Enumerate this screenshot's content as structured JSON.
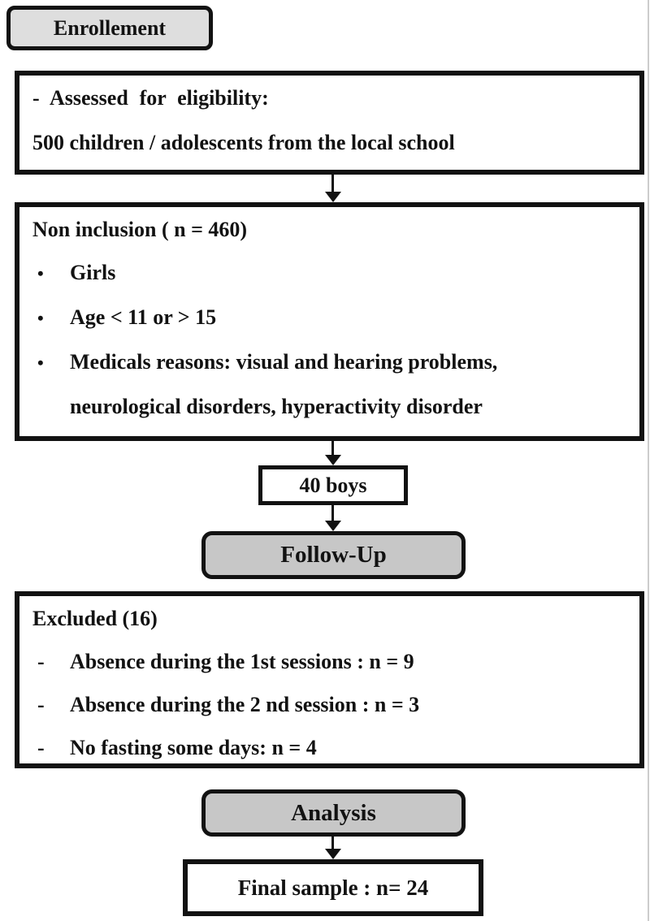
{
  "colors": {
    "ink": "#121212",
    "enrollment_fill": "#dedede",
    "stage_fill": "#c7c7c7",
    "box_fill": "#ffffff"
  },
  "flow": {
    "enrollment": {
      "label": "Enrollement"
    },
    "eligibility": {
      "line1": "- Assessed for eligibility:",
      "line2": "500 children / adolescents from the local school"
    },
    "non_inclusion": {
      "title": "Non inclusion ( n = 460)",
      "bullet_char": "•",
      "item1": "Girls",
      "item2": "Age < 11 or > 15",
      "item3_line1": "Medicals reasons: visual and hearing problems,",
      "item3_line2": "neurological disorders, hyperactivity disorder"
    },
    "boys": {
      "label": "40 boys"
    },
    "followup": {
      "label": "Follow-Up"
    },
    "excluded": {
      "title": "Excluded (16)",
      "dash_char": "-",
      "item1": "Absence during the 1st sessions : n = 9",
      "item2": "Absence during the 2 nd session : n = 3",
      "item3": "No fasting some days: n = 4"
    },
    "analysis": {
      "label": "Analysis"
    },
    "final_sample": {
      "label": "Final sample : n= 24"
    }
  }
}
